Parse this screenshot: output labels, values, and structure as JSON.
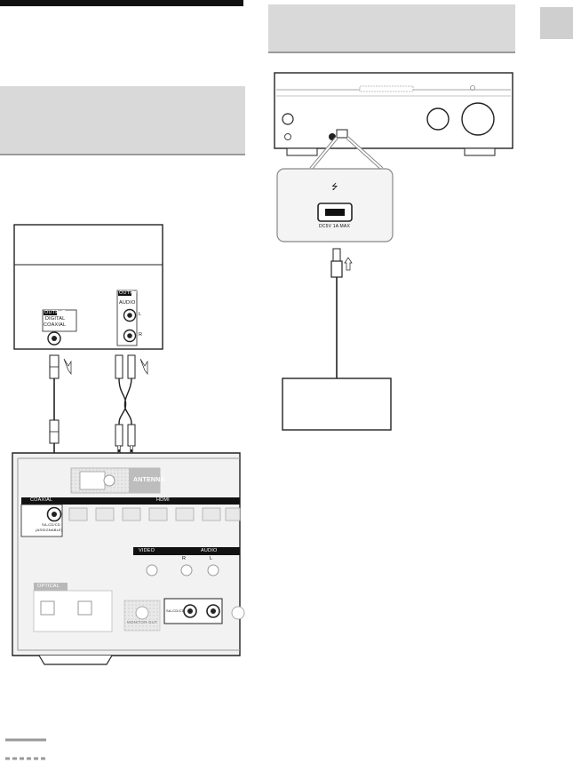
{
  "device_labels": {
    "player_output_digital": "OUTPUT",
    "player_digital": "DIGITAL",
    "player_coaxial": "COAXIAL",
    "player_output_audio": "OUTPUT",
    "player_audio": "AUDIO",
    "player_l": "L",
    "player_r": "R",
    "receiver_antenna": "ANTENNA",
    "receiver_coaxial": "COAXIAL",
    "receiver_coaxial_sub": "SA-CD/CD",
    "receiver_coaxial_sub2": "(ASSIGNABLE)",
    "receiver_hdmi": "HDMI",
    "receiver_video": "VIDEO",
    "receiver_audio": "AUDIO",
    "receiver_audio_r": "R",
    "receiver_audio_l": "L",
    "receiver_sacd": "SA-CD/CD",
    "receiver_optical": "OPTICAL",
    "receiver_monitor_out": "MONITOR OUT",
    "usb_rating": "DC5V 1A MAX",
    "usb_symbol": "⭍"
  }
}
